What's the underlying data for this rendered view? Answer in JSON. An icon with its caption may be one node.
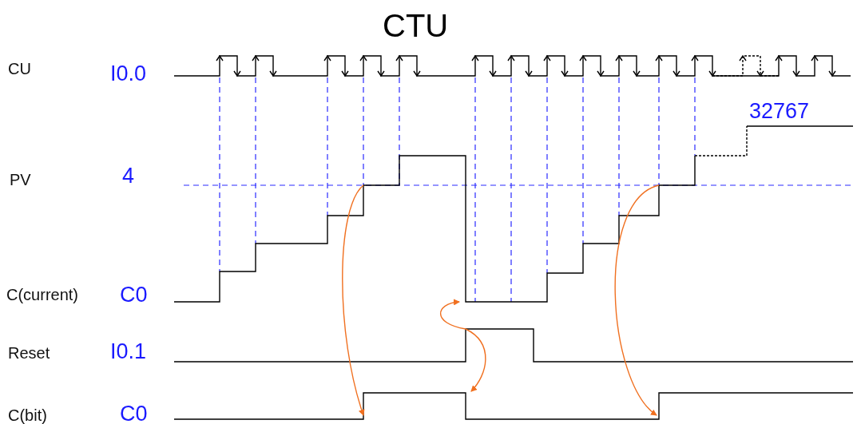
{
  "diagram": {
    "title": "CTU",
    "labels": [
      "CU",
      "I0.0",
      "32767",
      "PV",
      "4",
      "C(current)",
      "C0",
      "Reset",
      "I0.1",
      "C(bit)",
      "C0"
    ]
  }
}
